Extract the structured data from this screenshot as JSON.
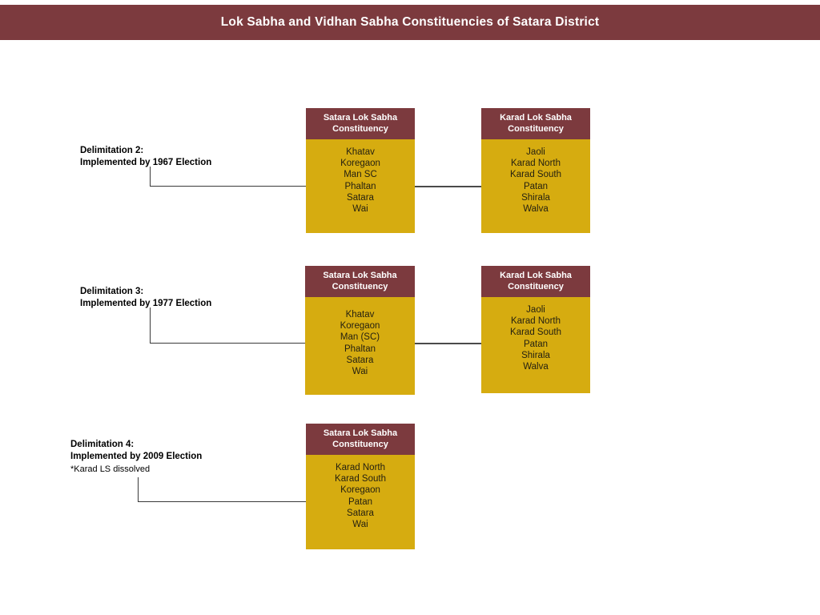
{
  "header": {
    "title": "Lok Sabha and Vidhan Sabha Constituencies of Satara District",
    "bar_color": "#7c3a3e",
    "title_color": "#ffffff"
  },
  "theme": {
    "header_maroon": "#7c3a3e",
    "body_gold": "#d6ac10",
    "connector_gray": "#3a3a3a",
    "text_dark": "#231f10",
    "page_background": "#ffffff"
  },
  "rows": [
    {
      "id": "delimitation-2",
      "label_line1": "Delimitation 2:",
      "label_line2": "Implemented by 1967 Election",
      "label_note": "",
      "boxes": [
        {
          "id": "satara-ls-1967",
          "head_line1": "Satara Lok Sabha",
          "head_line2": "Constituency",
          "segments": [
            "Khatav",
            "Koregaon",
            "Man SC",
            "Phaltan",
            "Satara",
            "Wai"
          ]
        },
        {
          "id": "karad-ls-1967",
          "head_line1": "Karad Lok Sabha",
          "head_line2": "Constituency",
          "segments": [
            "Jaoli",
            "Karad North",
            "Karad South",
            "Patan",
            "Shirala",
            "Walva"
          ]
        }
      ]
    },
    {
      "id": "delimitation-3",
      "label_line1": "Delimitation 3:",
      "label_line2": "Implemented by 1977 Election",
      "label_note": "",
      "boxes": [
        {
          "id": "satara-ls-1977",
          "head_line1": "Satara Lok Sabha",
          "head_line2": "Constituency",
          "segments": [
            "Khatav",
            "Koregaon",
            "Man (SC)",
            "Phaltan",
            "Satara",
            "Wai"
          ]
        },
        {
          "id": "karad-ls-1977",
          "head_line1": "Karad Lok Sabha",
          "head_line2": "Constituency",
          "segments": [
            "Jaoli",
            "Karad North",
            "Karad South",
            "Patan",
            "Shirala",
            "Walva"
          ]
        }
      ]
    },
    {
      "id": "delimitation-4",
      "label_line1": "Delimitation 4:",
      "label_line2": "Implemented by 2009 Election",
      "label_note": "*Karad LS dissolved",
      "boxes": [
        {
          "id": "satara-ls-2009",
          "head_line1": "Satara Lok Sabha",
          "head_line2": "Constituency",
          "segments": [
            "Karad North",
            "Karad South",
            "Koregaon",
            "Patan",
            "Satara",
            "Wai"
          ]
        }
      ]
    }
  ]
}
